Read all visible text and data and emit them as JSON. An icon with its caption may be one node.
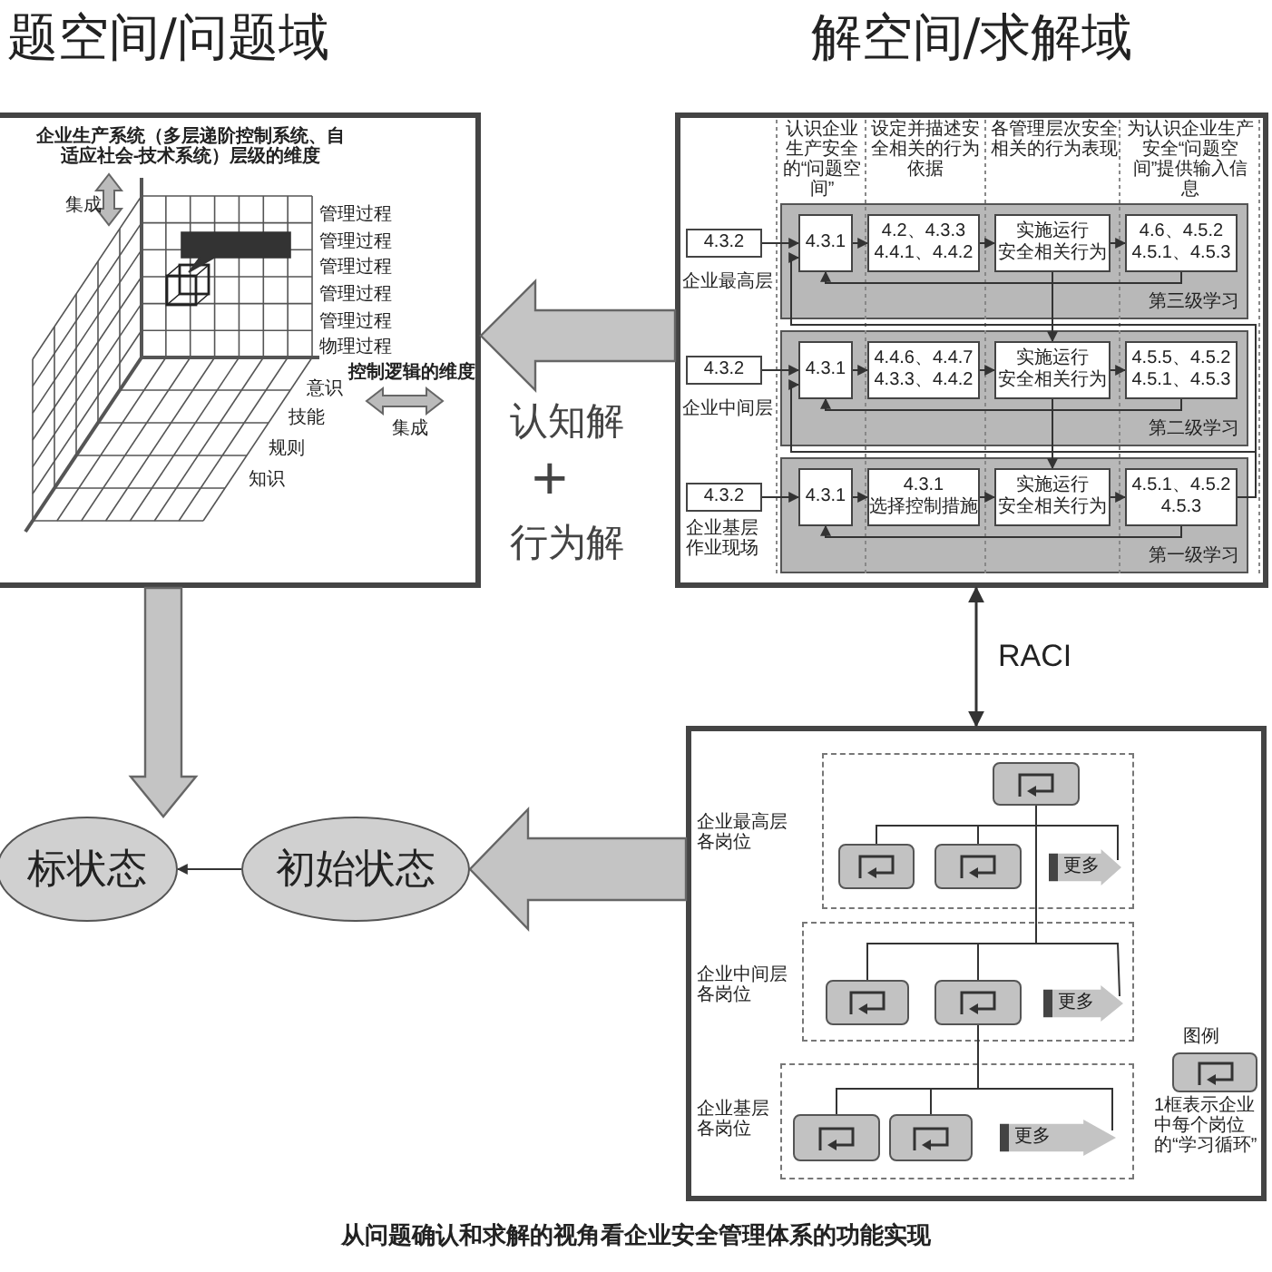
{
  "diagram": {
    "caption": "从问题确认和求解的视角看企业安全管理体系的功能实现",
    "nodes": [
      {
        "text": [
          "题空间/问题域"
        ]
      },
      {
        "text": [
          "解空间/求解域"
        ]
      },
      {
        "text": [
          "第三级学习"
        ],
        "in": 1
      },
      {
        "text": [
          "4.3.2"
        ],
        "in": 1
      },
      {
        "text": [
          "4.3.1"
        ],
        "in": 2
      },
      {
        "text": [
          "4.2、4.3.3",
          "4.4.1、4.4.2"
        ],
        "in": 2
      },
      {
        "text": [
          "实施运行",
          "安全相关行为"
        ],
        "in": 2
      },
      {
        "text": [
          "4.6、4.5.2",
          "4.5.1、4.5.3"
        ],
        "in": 2
      },
      {
        "text": [
          "第二级学习"
        ],
        "in": 1
      },
      {
        "text": [
          "4.3.2"
        ],
        "in": 1
      },
      {
        "text": [
          "4.3.1"
        ],
        "in": 8
      },
      {
        "text": [
          "4.4.6、4.4.7",
          "4.3.3、4.4.2"
        ],
        "in": 8
      },
      {
        "text": [
          "实施运行",
          "安全相关行为"
        ],
        "in": 8
      },
      {
        "text": [
          "4.5.5、4.5.2",
          "4.5.1、4.5.3"
        ],
        "in": 8
      },
      {
        "text": [
          "第一级学习"
        ],
        "in": 1
      },
      {
        "text": [
          "4.3.2"
        ],
        "in": 1
      },
      {
        "text": [
          "4.3.1"
        ],
        "in": 14
      },
      {
        "text": [
          "4.3.1",
          "选择控制措施"
        ],
        "in": 14
      },
      {
        "text": [
          "实施运行",
          "安全相关行为"
        ],
        "in": 14
      },
      {
        "text": [
          "4.5.1、4.5.2",
          "4.5.3"
        ],
        "in": 14
      },
      {
        "text": [],
        "shape": "box"
      },
      {
        "text": [],
        "shape": "box",
        "in": 20
      },
      {
        "text": [],
        "shape": "box",
        "in": 21
      },
      {
        "text": [],
        "shape": "box",
        "in": 21
      },
      {
        "text": [],
        "shape": "box",
        "in": 21
      },
      {
        "text": [
          "更多"
        ],
        "in": 21
      },
      {
        "text": [],
        "shape": "box",
        "in": 20
      },
      {
        "text": [],
        "shape": "box",
        "in": 26
      },
      {
        "text": [],
        "shape": "box",
        "in": 26
      },
      {
        "text": [
          "更多"
        ],
        "in": 26
      },
      {
        "text": [],
        "shape": "box",
        "in": 20
      },
      {
        "text": [],
        "shape": "box",
        "in": 30
      },
      {
        "text": [],
        "shape": "box",
        "in": 30
      },
      {
        "text": [
          "更多"
        ],
        "in": 30
      },
      {
        "text": [
          "标状态"
        ]
      },
      {
        "text": [
          "初始状态"
        ]
      }
    ],
    "edges": [
      {
        "from": 1,
        "to": 0,
        "arrow": "to",
        "style": "thick"
      },
      {
        "from": 1,
        "to": 20,
        "arrow": "both",
        "label": "RACI"
      },
      {
        "from": 20,
        "to": 35,
        "arrow": "to",
        "style": "thick"
      },
      {
        "from": 0,
        "to": 34,
        "arrow": "to",
        "style": "thick"
      },
      {
        "from": 35,
        "to": 34,
        "arrow": "to"
      },
      {
        "from": 3,
        "to": 4,
        "arrow": "to"
      },
      {
        "from": 4,
        "to": 5,
        "arrow": "to"
      },
      {
        "from": 5,
        "to": 6,
        "arrow": "to"
      },
      {
        "from": 6,
        "to": 7,
        "arrow": "to"
      },
      {
        "from": 7,
        "to": 4,
        "arrow": "to"
      },
      {
        "from": 9,
        "to": 10,
        "arrow": "to"
      },
      {
        "from": 10,
        "to": 11,
        "arrow": "to"
      },
      {
        "from": 11,
        "to": 12,
        "arrow": "to"
      },
      {
        "from": 12,
        "to": 13,
        "arrow": "to"
      },
      {
        "from": 13,
        "to": 10,
        "arrow": "to"
      },
      {
        "from": 15,
        "to": 16,
        "arrow": "to"
      },
      {
        "from": 16,
        "to": 17,
        "arrow": "to"
      },
      {
        "from": 17,
        "to": 18,
        "arrow": "to"
      },
      {
        "from": 18,
        "to": 19,
        "arrow": "to"
      },
      {
        "from": 19,
        "to": 16,
        "arrow": "to"
      },
      {
        "from": 6,
        "to": 12,
        "arrow": "to"
      },
      {
        "from": 12,
        "to": 18,
        "arrow": "to"
      },
      {
        "from": 19,
        "to": 4,
        "arrow": "to"
      },
      {
        "from": 19,
        "to": 10,
        "arrow": "to"
      },
      {
        "from": 22,
        "to": 23,
        "arrow": "none"
      },
      {
        "from": 22,
        "to": 24,
        "arrow": "none"
      },
      {
        "from": 22,
        "to": 27,
        "arrow": "none"
      },
      {
        "from": 22,
        "to": 28,
        "arrow": "none"
      },
      {
        "from": 28,
        "to": 31,
        "arrow": "none"
      },
      {
        "from": 28,
        "to": 32,
        "arrow": "none"
      },
      {
        "from": 22,
        "to": 25,
        "arrow": "none"
      },
      {
        "from": 22,
        "to": 29,
        "arrow": "none"
      },
      {
        "from": 28,
        "to": 33,
        "arrow": "none"
      }
    ],
    "labels": [
      "企业生产系统（多层递阶控制系统、自适应社会-技术系统）层级的维度",
      "集成",
      "管理过程",
      "管理过程",
      "管理过程",
      "管理过程",
      "管理过程",
      "物理过程",
      "控制逻辑的维度",
      "集成",
      "意识",
      "技能",
      "规则",
      "知识",
      "认识企业生产安全的“问题空间”",
      "设定并描述安全相关的行为依据",
      "各管理层次安全相关的行为表现",
      "为认识企业生产安全“问题空间”提供输入信息",
      "企业最高层",
      "企业中间层",
      "企业基层作业现场",
      "认知解",
      "+",
      "行为解",
      "企业最高层各岗位",
      "企业中间层各岗位",
      "企业基层各岗位",
      "图例"
    ],
    "legend": [
      {
        "text": "1框表示企业中每个岗位的“学习循环”"
      }
    ]
  }
}
